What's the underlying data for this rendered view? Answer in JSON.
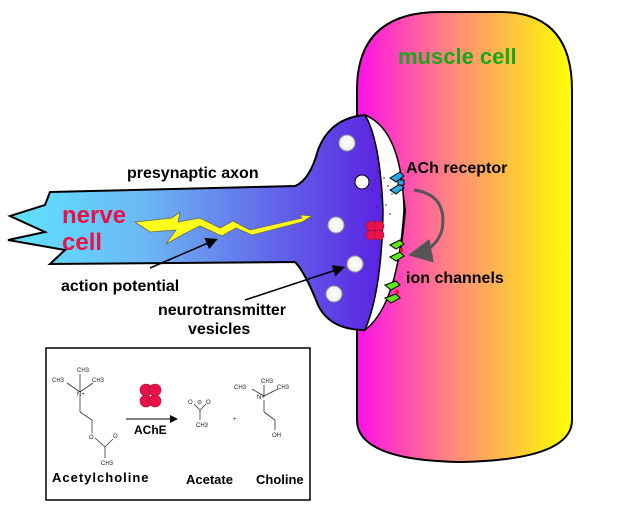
{
  "labels": {
    "muscle_cell": "muscle cell",
    "nerve": "nerve",
    "cell": "cell",
    "presynaptic_axon": "presynaptic axon",
    "action_potential": "action potential",
    "neurotransmitter": "neurotransmitter",
    "vesicles": "vesicles",
    "ach_receptor": "ACh receptor",
    "ion_channels": "ion channels"
  },
  "reaction": {
    "enzyme": "AChE",
    "substrate": "Acetylcholine",
    "product1": "Acetate",
    "product2": "Choline",
    "plus": "+",
    "ch3": "CH3",
    "n_plus": "N+",
    "oh": "OH",
    "o": "O",
    "minus": "⊖"
  },
  "colors": {
    "muscle_left": "#ff1ae8",
    "muscle_mid": "#ff8a80",
    "muscle_right": "#ffff00",
    "axon_left": "#5ee0ff",
    "axon_right": "#5a18d8",
    "terminal": "#4a1ae0",
    "lightning": "#ffff1a",
    "enzyme": "#e8124a",
    "receptor": "#2aa8e8",
    "channel": "#5ee81a",
    "channel_gate": "#e81a1a",
    "muscle_text": "#1aa81a",
    "nerve_text": "#e8124a"
  }
}
